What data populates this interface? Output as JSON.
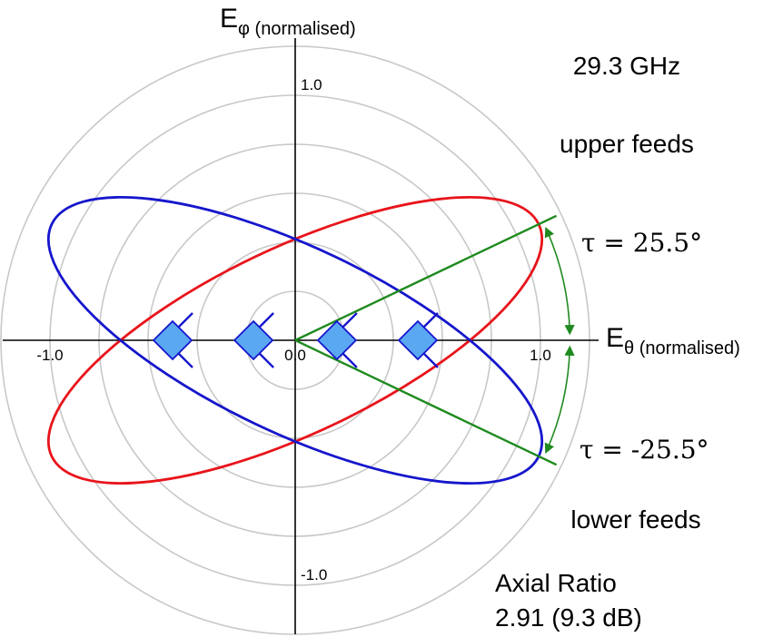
{
  "chart_data": {
    "type": "polarization-ellipse",
    "frequency_label": "29.3 GHz",
    "x_axis": {
      "symbol": "E",
      "subscript": "θ (normalised)",
      "range": [
        -1.2,
        1.2
      ],
      "ticks": [
        {
          "value": -1.0,
          "label": "-1.0"
        },
        {
          "value": 0.0,
          "label": "0.0"
        },
        {
          "value": 1.0,
          "label": "1.0"
        }
      ]
    },
    "y_axis": {
      "symbol": "E",
      "subscript": "φ (normalised)",
      "range": [
        -1.2,
        1.2
      ],
      "ticks": [
        {
          "value": 1.0,
          "label": "1.0"
        },
        {
          "value": -1.0,
          "label": "-1.0"
        }
      ]
    },
    "grid_circle_radii": [
      0.2,
      0.4,
      0.6,
      0.8,
      1.0,
      1.2
    ],
    "series": [
      {
        "name": "upper feeds",
        "color": "#e8141b",
        "tilt_deg": 25.5,
        "semi_major": 1.1,
        "semi_minor": 0.378
      },
      {
        "name": "lower feeds",
        "color": "#1616cc",
        "tilt_deg": -25.5,
        "semi_major": 1.1,
        "semi_minor": 0.378
      }
    ],
    "tilt_annotations": [
      {
        "label": "τ = 25.5°",
        "angle_deg": 25.5
      },
      {
        "label": "τ = -25.5°",
        "angle_deg": -25.5
      }
    ],
    "annotation_color": "#1f8a1f",
    "feed_markers": {
      "x_positions": [
        -0.5,
        -0.17,
        0.17,
        0.5
      ],
      "fill": "#5aa7f2",
      "stroke": "#1616cc"
    },
    "axial_ratio": {
      "line1": "Axial Ratio",
      "line2": "2.91 (9.3 dB)"
    }
  }
}
